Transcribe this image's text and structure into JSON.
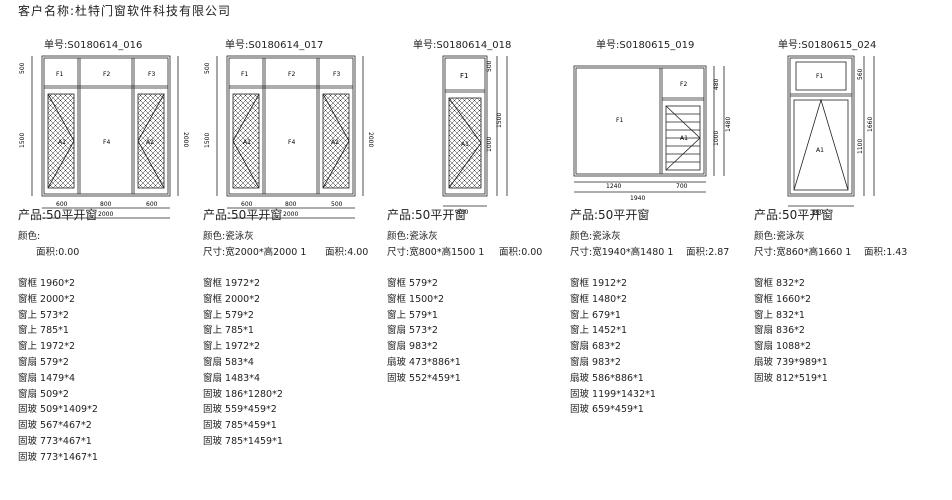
{
  "customer": "客户名称:杜特门窗软件科技有限公司",
  "orders": [
    {
      "order_no": "单号:S0180614_016",
      "dims": {
        "w1": "600",
        "w2": "800",
        "w3": "600",
        "total_w": "2000",
        "h_top": "500",
        "h_low": "1500",
        "total_h": "2000"
      },
      "panes": {
        "top1": "F1",
        "top2": "F2",
        "top3": "F3",
        "left": "A1",
        "center": "F4",
        "right": "A2"
      },
      "product": "产品:50平开窗",
      "color": "颜色:",
      "size": "",
      "area": "面积:0.00",
      "parts": [
        "窗框 1960*2",
        "窗框 2000*2",
        "窗上 573*2",
        "窗上 785*1",
        "窗上 1972*2",
        "窗扇 579*2",
        "窗扇 1479*4",
        "窗扇 509*2",
        "固玻 509*1409*2",
        "固玻 567*467*2",
        "固玻 773*467*1",
        "固玻 773*1467*1"
      ]
    },
    {
      "order_no": "单号:S0180614_017",
      "dims": {
        "w1": "600",
        "w2": "800",
        "w3": "500",
        "total_w": "2000",
        "h_top": "500",
        "h_low": "1500",
        "total_h": "2000"
      },
      "panes": {
        "top1": "F1",
        "top2": "F2",
        "top3": "F3",
        "left": "A1",
        "center": "F4",
        "right": "A2"
      },
      "product": "产品:50平开窗",
      "color": "颜色:瓷泳灰",
      "size": "尺寸:宽2000*高2000 1",
      "area": "面积:4.00",
      "parts": [
        "窗框 1972*2",
        "窗框 2000*2",
        "窗上 579*2",
        "窗上 785*1",
        "窗上 1972*2",
        "窗扇 583*4",
        "窗扇 1483*4",
        "固玻 186*1280*2",
        "固玻 559*459*2",
        "固玻 785*459*1",
        "固玻 785*1459*1"
      ]
    },
    {
      "order_no": "单号:S0180614_018",
      "dims": {
        "total_w": "800",
        "h_top": "500",
        "h_low": "1000",
        "total_h": "1500"
      },
      "panes": {
        "top": "F1",
        "bottom": "A1"
      },
      "product": "产品:50平开窗",
      "color": "颜色:瓷泳灰",
      "size": "尺寸:宽800*高1500 1",
      "area": "面积:0.00",
      "parts": [
        "窗框 579*2",
        "窗框 1500*2",
        "窗上 579*1",
        "窗扇 573*2",
        "窗扇 983*2",
        "扇玻 473*886*1",
        "固玻 552*459*1"
      ]
    },
    {
      "order_no": "单号:S0180615_019",
      "dims": {
        "w1": "1240",
        "w2": "700",
        "total_w": "1940",
        "h_top": "480",
        "h_low": "1000",
        "total_h": "1480"
      },
      "panes": {
        "big": "F1",
        "top_right": "F2",
        "right": "A1"
      },
      "product": "产品:50平开窗",
      "color": "颜色:瓷泳灰",
      "size": "尺寸:宽1940*高1480 1",
      "area": "面积:2.87",
      "parts": [
        "窗框 1912*2",
        "窗框 1480*2",
        "窗上 679*1",
        "窗上 1452*1",
        "窗扇 683*2",
        "窗扇 983*2",
        "扇玻 586*886*1",
        "固玻 1199*1432*1",
        "固玻 659*459*1"
      ]
    },
    {
      "order_no": "单号:S0180615_024",
      "dims": {
        "total_w": "860",
        "h_top": "560",
        "h_low": "1100",
        "total_h": "1660"
      },
      "panes": {
        "top": "F1",
        "bottom": "A1"
      },
      "product": "产品:50平开窗",
      "color": "颜色:瓷泳灰",
      "size": "尺寸:宽860*高1660 1",
      "area": "面积:1.43",
      "parts": [
        "窗框 832*2",
        "窗框 1660*2",
        "窗上 832*1",
        "窗扇 836*2",
        "窗扇 1088*2",
        "扇玻 739*989*1",
        "固玻 812*519*1"
      ]
    }
  ]
}
